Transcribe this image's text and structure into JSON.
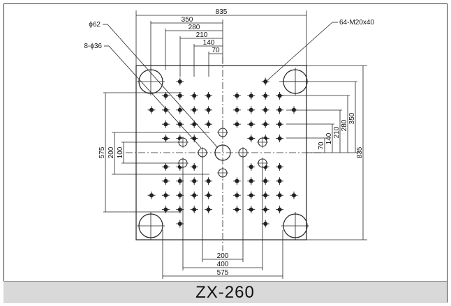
{
  "model": "ZX-260",
  "callouts": {
    "center_hole": "ϕ62",
    "side_holes": "8-ϕ36",
    "tapped_holes": "64-M20x40"
  },
  "dimensions": {
    "top": [
      "835",
      "350",
      "280",
      "210",
      "140",
      "70"
    ],
    "right": [
      "835",
      "350",
      "280",
      "210",
      "140",
      "70"
    ],
    "left": [
      "575",
      "200",
      "100"
    ],
    "bottom": [
      "200",
      "400",
      "575"
    ]
  },
  "colors": {
    "line": "#222222",
    "background": "#ffffff",
    "footer": "#d9d9d9"
  }
}
